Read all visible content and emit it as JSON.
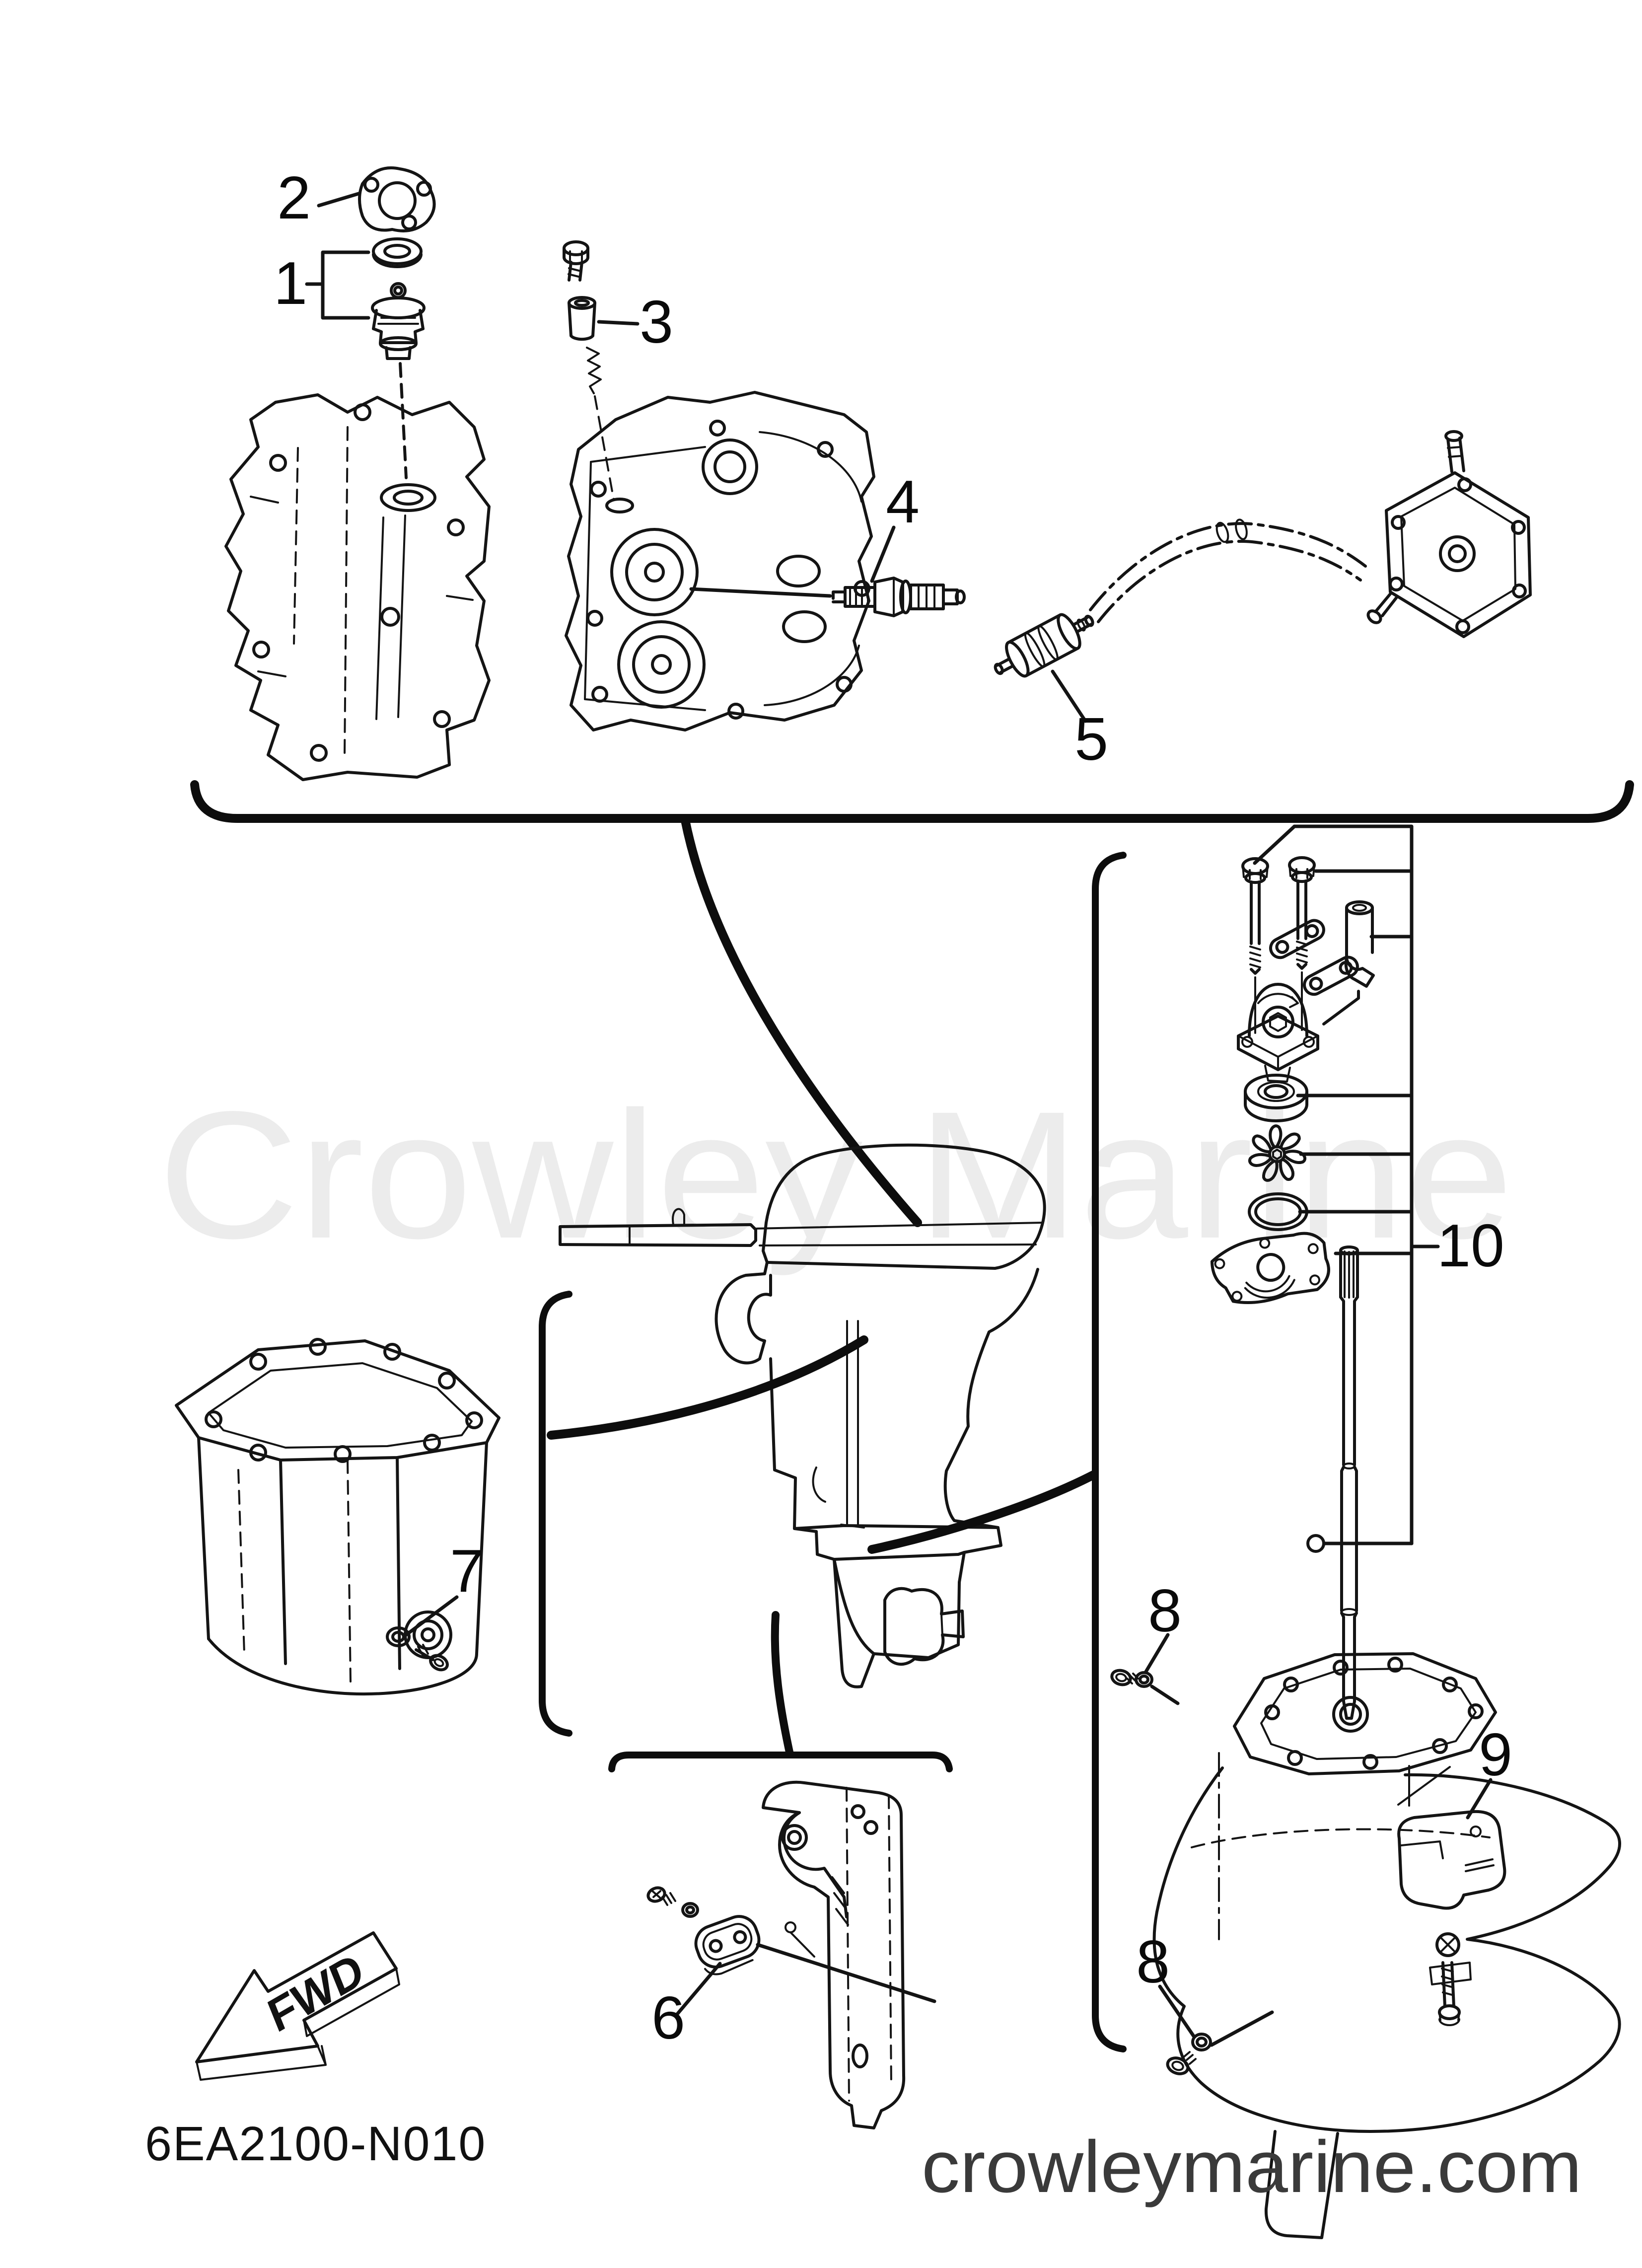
{
  "page": {
    "background": "#ffffff"
  },
  "watermark": {
    "text": "Crowley Marine",
    "color": "#ececec"
  },
  "footer": {
    "site_text": "crowleymarine.com",
    "color": "#3a3a3a"
  },
  "drawing": {
    "code": "6EA2100-N010",
    "fwd_label": "FWD",
    "line_color": "#141414"
  },
  "callouts": {
    "c1": "1",
    "c2": "2",
    "c3": "3",
    "c4": "4",
    "c5": "5",
    "c6": "6",
    "c7": "7",
    "c8_upper": "8",
    "c8_lower": "8",
    "c9": "9",
    "c10": "10"
  }
}
